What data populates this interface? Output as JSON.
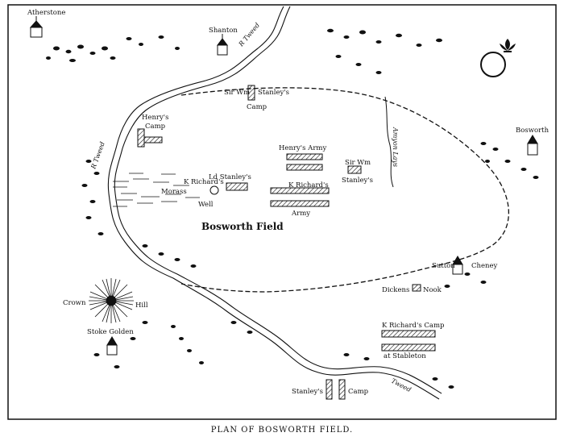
{
  "caption": "PLAN OF BOSWORTH FIELD.",
  "places": {
    "atherstone": "Atherstone",
    "shanton": "Shanton",
    "bosworth": "Bosworth",
    "sutton_cheney_1": "Sutton",
    "sutton_cheney_2": "Cheney",
    "crown_hill_1": "Crown",
    "crown_hill_2": "Hill",
    "stoke_golden": "Stoke Golden",
    "bosworth_field": "Bosworth   Field",
    "morass": "Morass"
  },
  "rivers": {
    "tweed_top": "R Tweed",
    "tweed_left": "R Tweed",
    "tweed_bottom": "Tweed",
    "amyon_lays": "Amyon Lays"
  },
  "positions": {
    "sir_wm_stanley_camp_1": "Sir Wm",
    "sir_wm_stanley_camp_2": "Stanley's",
    "sir_wm_stanley_camp_3": "Camp",
    "henrys_camp_1": "Henry's",
    "henrys_camp_2": "Camp",
    "henrys_army": "Henry's Army",
    "ld_stanleys": "Ld Stanley's",
    "k_richards_army_1": "K Richard's",
    "k_richards_army_2": "Army",
    "k_richards_well_1": "K Richard's",
    "k_richards_well_2": "Well",
    "sir_wm_stanleys_1": "Sir Wm",
    "sir_wm_stanleys_2": "Stanley's",
    "dickens_nook_1": "Dickens",
    "dickens_nook_2": "Nook",
    "k_richards_camp_1": "K Richard's Camp",
    "k_richards_camp_2": "at Stableton",
    "stanleys_camp_1": "Stanley's",
    "stanleys_camp_2": "Camp"
  },
  "colors": {
    "ink": "#111111",
    "paper": "#ffffff"
  }
}
